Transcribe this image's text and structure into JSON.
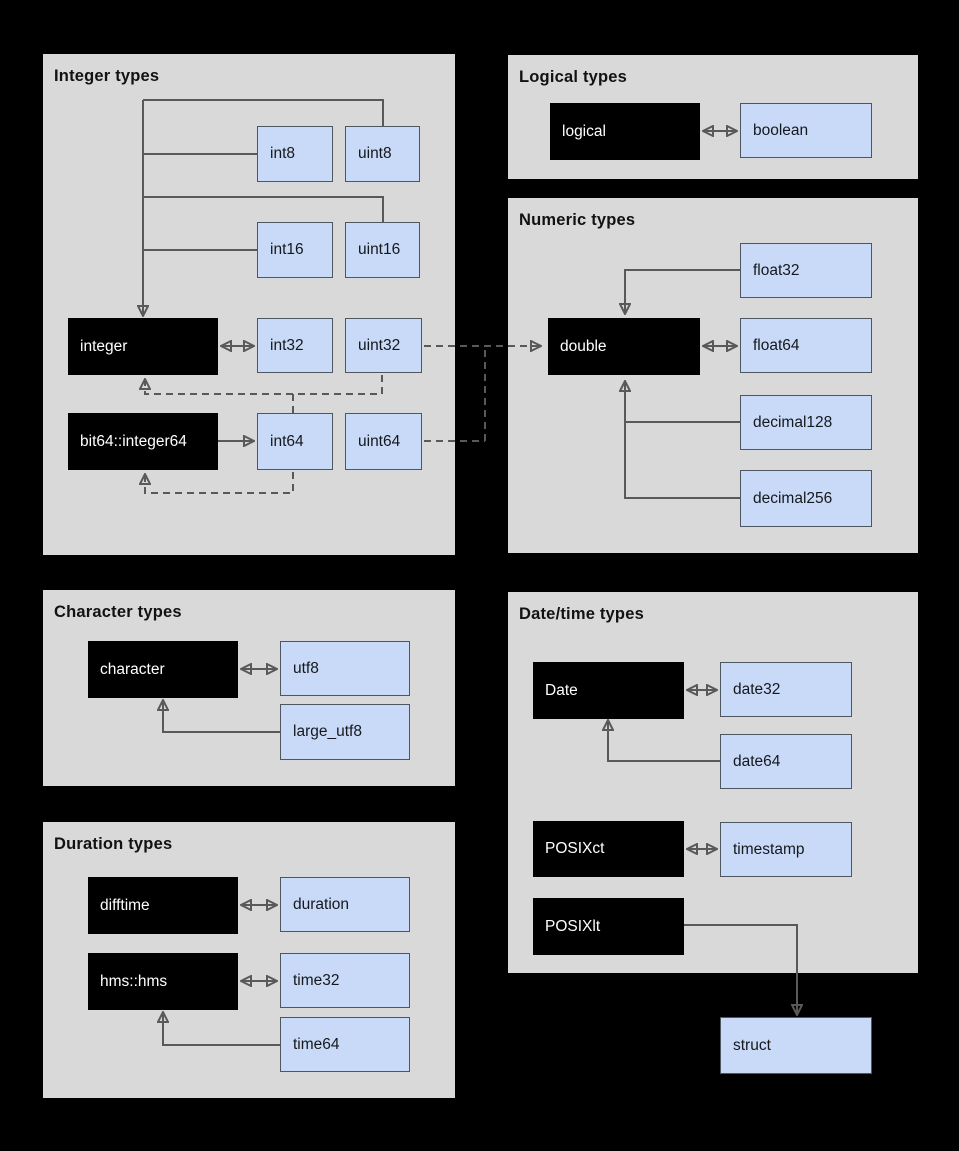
{
  "colors": {
    "background": "#000000",
    "panel_bg": "#d9d9d9",
    "r_node_bg": "#000000",
    "r_node_text": "#ffffff",
    "arrow_node_bg": "#c9daf8",
    "arrow_node_border": "#4e565f",
    "connector": "#595959",
    "heading_text": "#121212"
  },
  "panels": {
    "integer": {
      "title": "Integer types",
      "nodes": {
        "integer": "integer",
        "bit64": "bit64::integer64",
        "int8": "int8",
        "uint8": "uint8",
        "int16": "int16",
        "uint16": "uint16",
        "int32": "int32",
        "uint32": "uint32",
        "int64": "int64",
        "uint64": "uint64"
      }
    },
    "logical": {
      "title": "Logical types",
      "nodes": {
        "logical": "logical",
        "boolean": "boolean"
      }
    },
    "numeric": {
      "title": "Numeric types",
      "nodes": {
        "double": "double",
        "float32": "float32",
        "float64": "float64",
        "decimal128": "decimal128",
        "decimal256": "decimal256"
      }
    },
    "character": {
      "title": "Character types",
      "nodes": {
        "character": "character",
        "utf8": "utf8",
        "large_utf8": "large_utf8"
      }
    },
    "duration": {
      "title": "Duration types",
      "nodes": {
        "difftime": "difftime",
        "hms": "hms::hms",
        "duration": "duration",
        "time32": "time32",
        "time64": "time64"
      }
    },
    "datetime": {
      "title": "Date/time types",
      "nodes": {
        "Date": "Date",
        "date32": "date32",
        "date64": "date64",
        "POSIXct": "POSIXct",
        "timestamp": "timestamp",
        "POSIXlt": "POSIXlt"
      }
    }
  },
  "outside_nodes": {
    "struct": "struct"
  },
  "edges": [
    {
      "from": "int8",
      "to": "integer",
      "style": "solid"
    },
    {
      "from": "uint8",
      "to": "integer",
      "style": "solid"
    },
    {
      "from": "int16",
      "to": "integer",
      "style": "solid"
    },
    {
      "from": "uint16",
      "to": "integer",
      "style": "solid"
    },
    {
      "from": "integer",
      "to": "int32",
      "style": "solid",
      "bidirectional": true
    },
    {
      "from": "bit64::integer64",
      "to": "int64",
      "style": "solid"
    },
    {
      "from": "uint32",
      "to": "integer",
      "style": "dashed"
    },
    {
      "from": "int64",
      "to": "integer",
      "style": "dashed"
    },
    {
      "from": "int64",
      "to": "bit64::integer64",
      "style": "dashed"
    },
    {
      "from": "uint32",
      "to": "double",
      "style": "dashed"
    },
    {
      "from": "uint64",
      "to": "double",
      "style": "dashed"
    },
    {
      "from": "logical",
      "to": "boolean",
      "style": "solid",
      "bidirectional": true
    },
    {
      "from": "float32",
      "to": "double",
      "style": "solid"
    },
    {
      "from": "double",
      "to": "float64",
      "style": "solid",
      "bidirectional": true
    },
    {
      "from": "decimal128",
      "to": "double",
      "style": "solid"
    },
    {
      "from": "decimal256",
      "to": "double",
      "style": "solid"
    },
    {
      "from": "character",
      "to": "utf8",
      "style": "solid",
      "bidirectional": true
    },
    {
      "from": "large_utf8",
      "to": "character",
      "style": "solid"
    },
    {
      "from": "difftime",
      "to": "duration",
      "style": "solid",
      "bidirectional": true
    },
    {
      "from": "hms::hms",
      "to": "time32",
      "style": "solid",
      "bidirectional": true
    },
    {
      "from": "time64",
      "to": "hms::hms",
      "style": "solid"
    },
    {
      "from": "Date",
      "to": "date32",
      "style": "solid",
      "bidirectional": true
    },
    {
      "from": "date64",
      "to": "Date",
      "style": "solid"
    },
    {
      "from": "POSIXct",
      "to": "timestamp",
      "style": "solid",
      "bidirectional": true
    },
    {
      "from": "POSIXlt",
      "to": "struct",
      "style": "solid"
    }
  ]
}
